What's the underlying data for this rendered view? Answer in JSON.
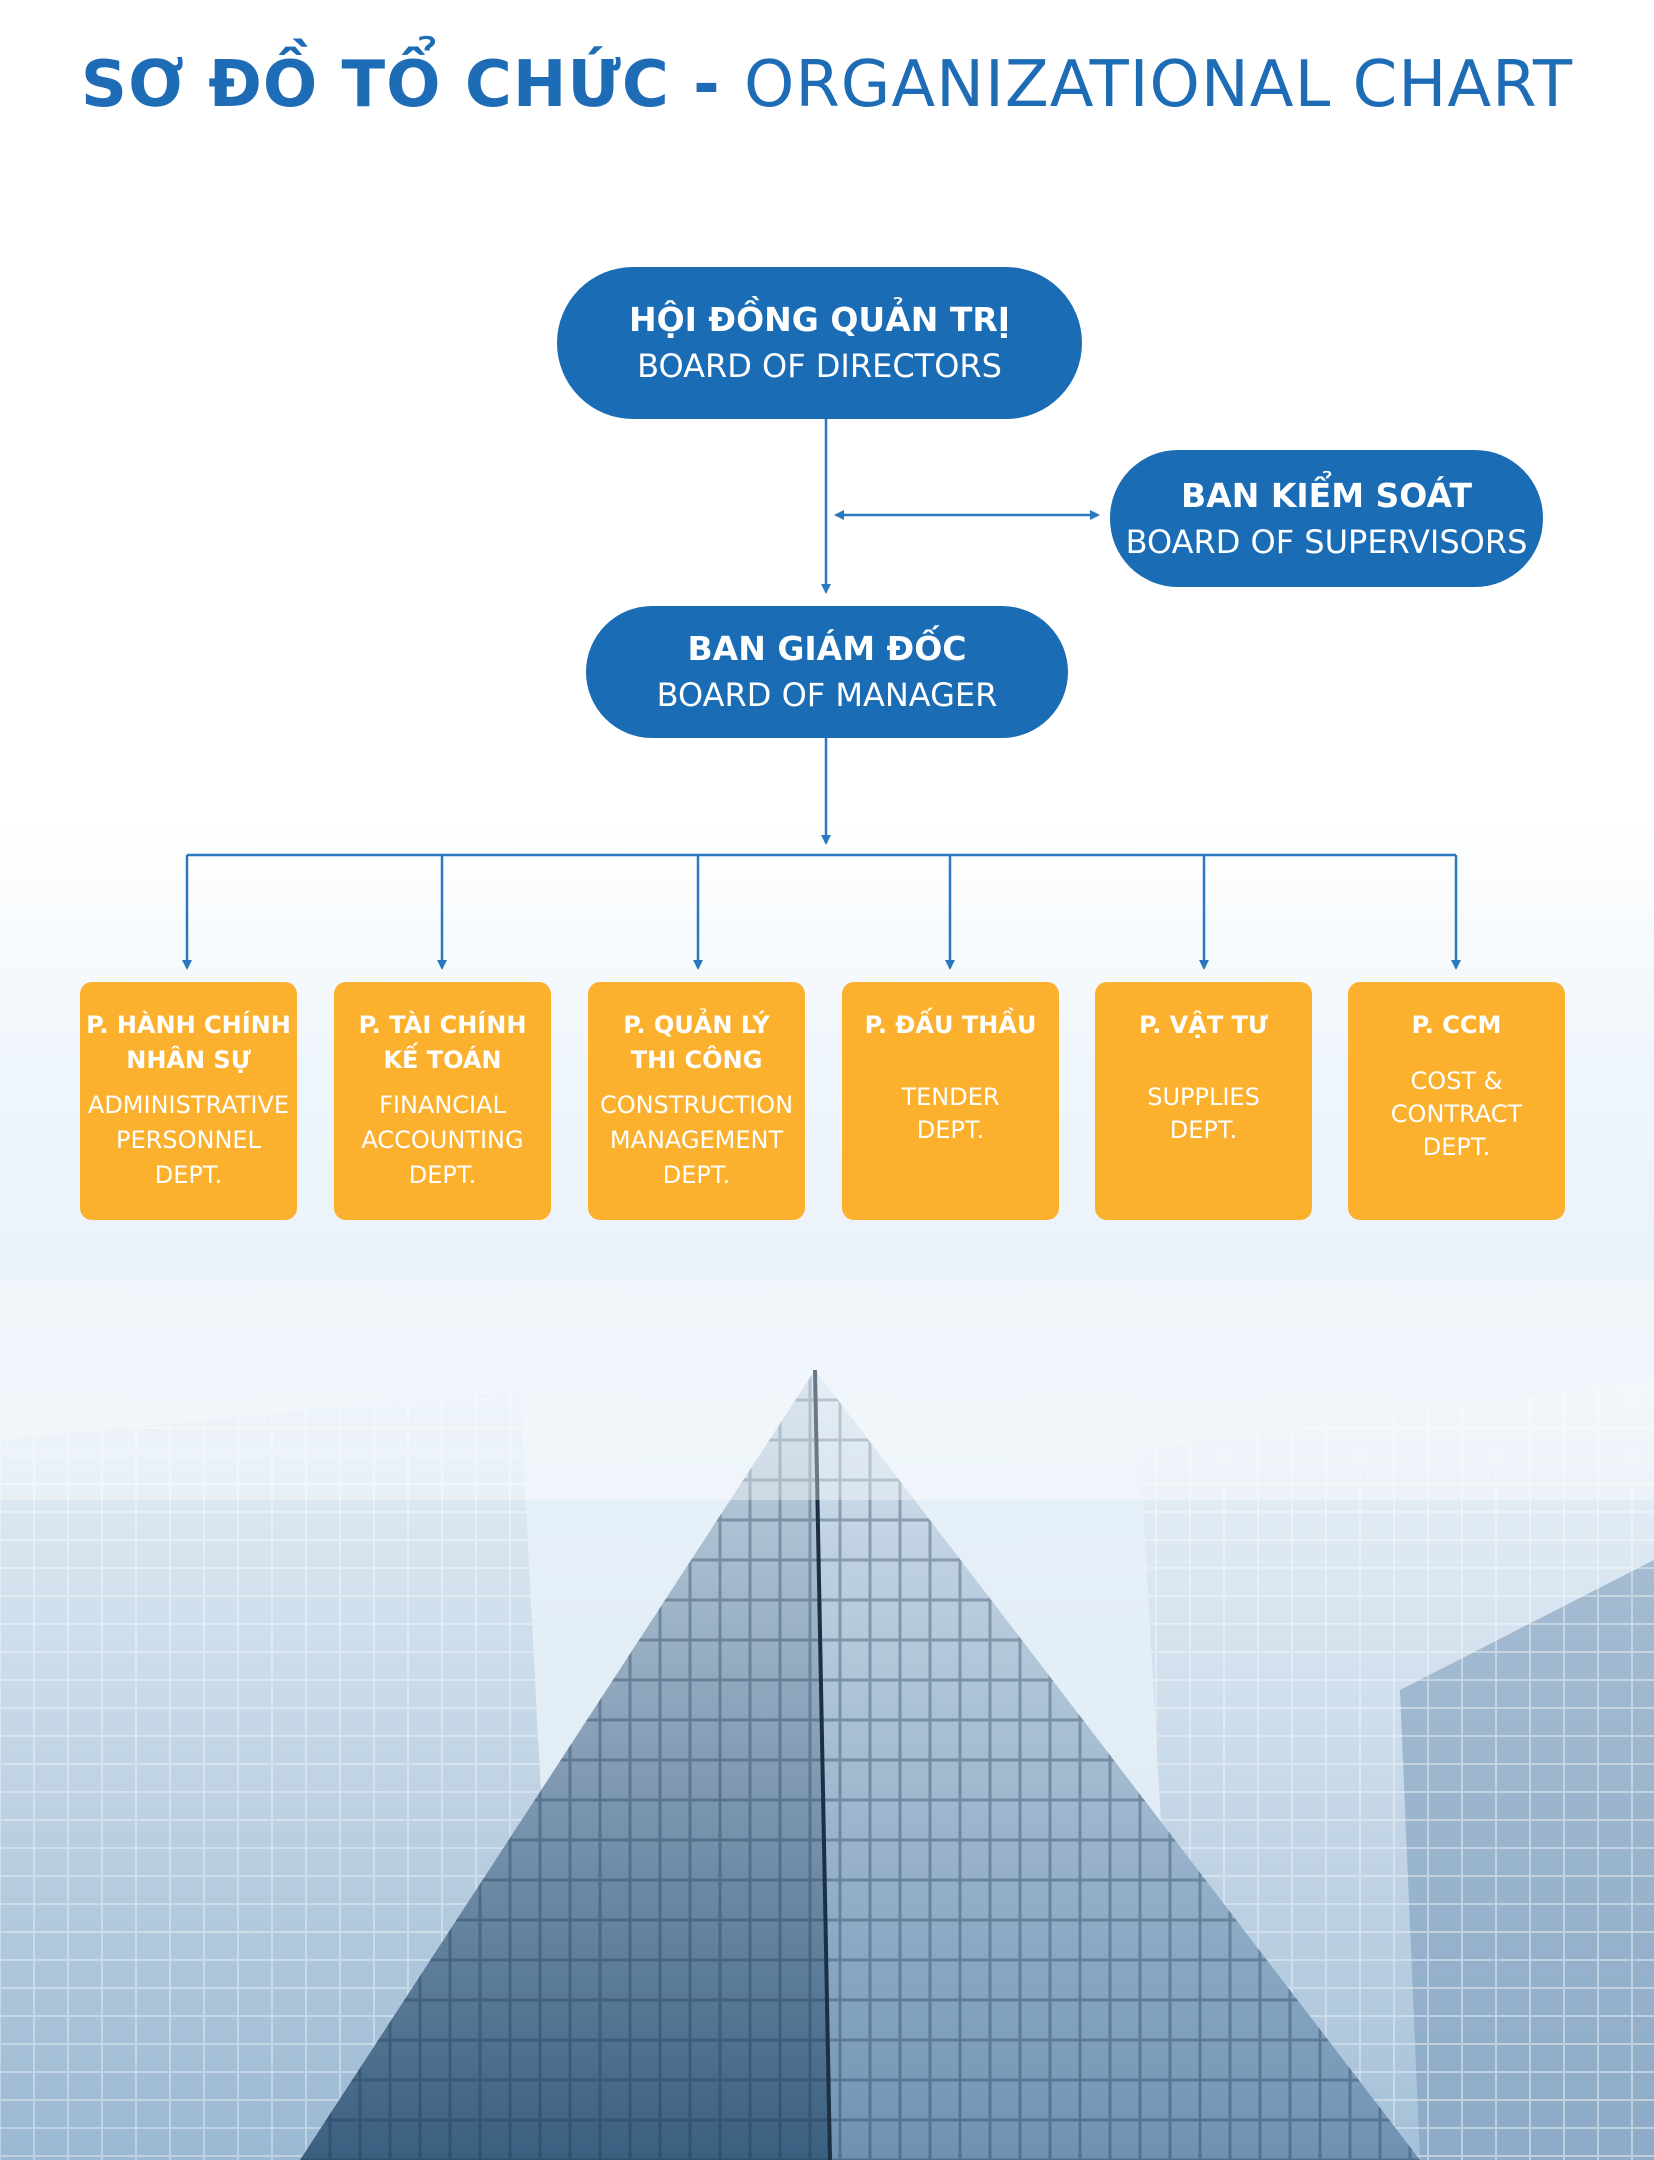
{
  "title": {
    "vi": "SƠ ĐỒ TỔ CHỨC - ",
    "en": "ORGANIZATIONAL CHART"
  },
  "nodes": {
    "board_of_directors": {
      "vi": "HỘI ĐỒNG QUẢN TRỊ",
      "en": "BOARD OF DIRECTORS"
    },
    "board_of_supervisors": {
      "vi": "BAN KIỂM SOÁT",
      "en": "BOARD OF SUPERVISORS"
    },
    "board_of_manager": {
      "vi": "BAN GIÁM ĐỐC",
      "en": "BOARD OF MANAGER"
    }
  },
  "departments": [
    {
      "vi": "P. HÀNH CHÍNH\nNHÂN SỰ",
      "en": "ADMINISTRATIVE\nPERSONNEL\nDEPT."
    },
    {
      "vi": "P. TÀI CHÍNH\nKẾ TOÁN",
      "en": "FINANCIAL\nACCOUNTING\nDEPT."
    },
    {
      "vi": "P. QUẢN LÝ\nTHI CÔNG",
      "en": "CONSTRUCTION\nMANAGEMENT\nDEPT."
    },
    {
      "vi": "P. ĐẤU THẦU",
      "en": "TENDER\nDEPT."
    },
    {
      "vi": "P. VẬT TƯ",
      "en": "SUPPLIES\nDEPT."
    },
    {
      "vi": "P. CCM",
      "en": "COST &\nCONTRACT\nDEPT."
    }
  ],
  "colors": {
    "title": "#1f6cb6",
    "node_blue": "#1a6cb5",
    "dept_orange": "#fbb12d",
    "connector": "#2a78bd"
  },
  "icons": {
    "background": "glass-skyscraper-photo"
  }
}
